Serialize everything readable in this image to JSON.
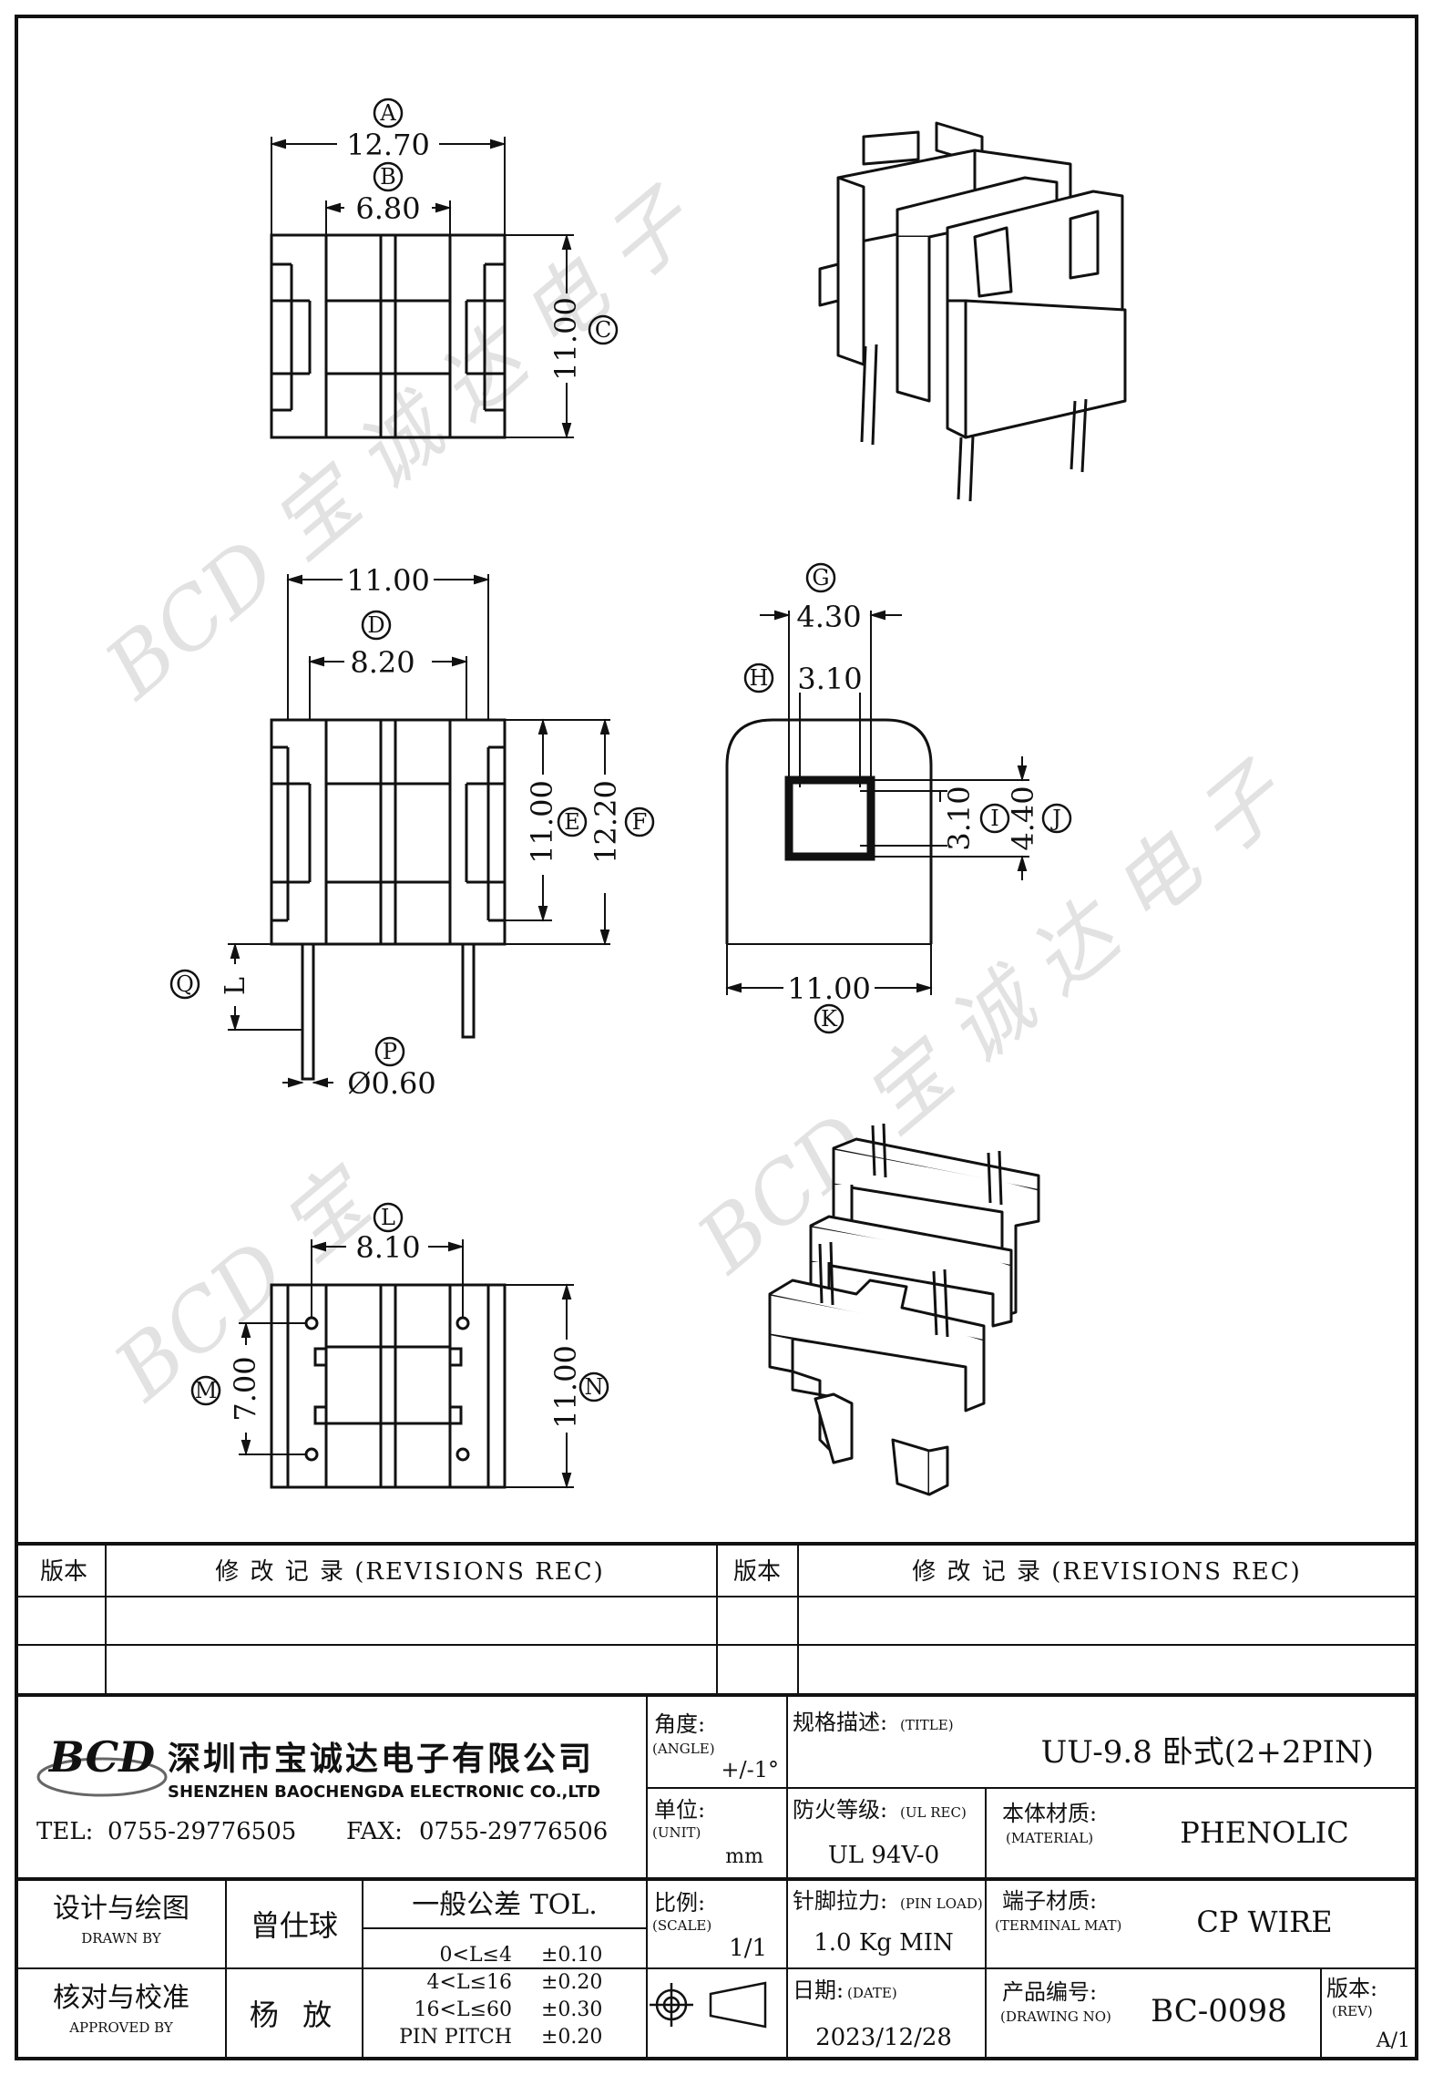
{
  "dims": {
    "a_label": "A",
    "a_value": "12.70",
    "b_label": "B",
    "b_value": "6.80",
    "c_label": "C",
    "c_value": "11.00",
    "d_label": "D",
    "d_value": "8.20",
    "top_width_value": "11.00",
    "e_label": "E",
    "e_value": "11.00",
    "f_label": "F",
    "f_value": "12.20",
    "g_label": "G",
    "g_value": "4.30",
    "h_label": "H",
    "h_value": "3.10",
    "i_label": "I",
    "i_value": "3.10",
    "j_label": "J",
    "j_value": "4.40",
    "k_label": "K",
    "k_value": "11.00",
    "q_label": "Q",
    "q_value": "L",
    "p_label": "P",
    "p_value": "Ø0.60",
    "l_label": "L",
    "l_value": "8.10",
    "m_label": "M",
    "m_value": "7.00",
    "n_label": "N",
    "n_value": "11.00"
  },
  "revisions": {
    "col_version": "版本",
    "col_record": "修 改 记 录 (REVISIONS REC)"
  },
  "company": {
    "logo_text": "BCD",
    "name_cn": "深圳市宝诚达电子有限公司",
    "name_en": "SHENZHEN BAOCHENGDA ELECTRONIC CO.,LTD",
    "tel_label": "TEL:",
    "tel": "0755-29776505",
    "fax_label": "FAX:",
    "fax": "0755-29776506"
  },
  "titleblock": {
    "angle_cn": "角度:",
    "angle_en": "(ANGLE)",
    "angle_value": "+/-1°",
    "title_cn": "规格描述:",
    "title_en": "(TITLE)",
    "title_value": "UU-9.8 卧式(2+2PIN)",
    "unit_cn": "单位:",
    "unit_en": "(UNIT)",
    "unit_value": "mm",
    "ul_cn": "防火等级:",
    "ul_en": "(UL REC)",
    "ul_value": "UL 94V-0",
    "material_cn": "本体材质:",
    "material_en": "(MATERIAL)",
    "material_value": "PHENOLIC",
    "drawn_cn": "设计与绘图",
    "drawn_en": "DRAWN BY",
    "drawn_name": "曾仕球",
    "tol_title": "一般公差 TOL.",
    "tol_rows": [
      {
        "range": "0<L≤4",
        "value": "±0.10"
      },
      {
        "range": "4<L≤16",
        "value": "±0.20"
      },
      {
        "range": "16<L≤60",
        "value": "±0.30"
      },
      {
        "range": "PIN PITCH",
        "value": "±0.20"
      }
    ],
    "scale_cn": "比例:",
    "scale_en": "(SCALE)",
    "scale_value": "1/1",
    "pin_cn": "针脚拉力:",
    "pin_en": "(PIN LOAD)",
    "pin_value": "1.0 Kg MIN",
    "terminal_cn": "端子材质:",
    "terminal_en": "(TERMINAL MAT)",
    "terminal_value": "CP WIRE",
    "approved_cn": "核对与校准",
    "approved_en": "APPROVED BY",
    "approved_name": "杨 放",
    "date_cn": "日期:",
    "date_en": "(DATE)",
    "date_value": "2023/12/28",
    "drawing_cn": "产品编号:",
    "drawing_en": "(DRAWING NO)",
    "drawing_value": "BC-0098",
    "rev_cn": "版本:",
    "rev_en": "(REV)",
    "rev_value": "A/1"
  }
}
